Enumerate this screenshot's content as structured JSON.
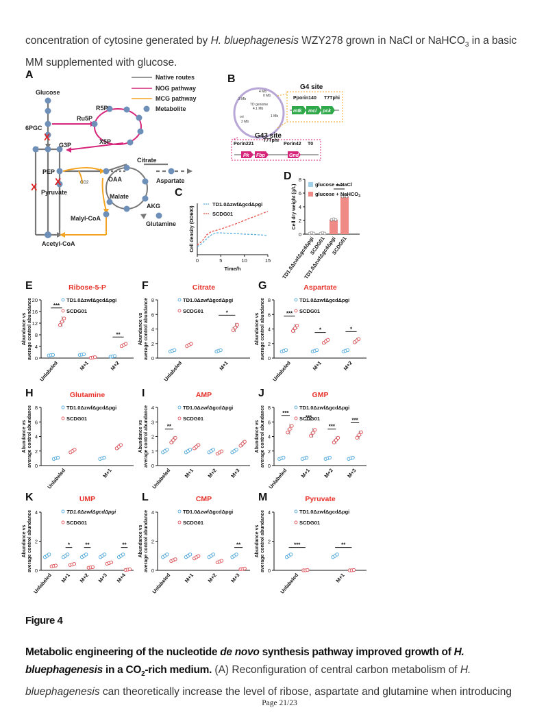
{
  "top_paragraph": {
    "part1": "concentration of cytosine generated by ",
    "species": "H. bluephagenesis",
    "part2": " WZY278 grown in NaCl or NaHCO",
    "sub": "3",
    "part3": " in a basic MM supplemented with glucose."
  },
  "figure_label": "Figure 4",
  "caption": {
    "b1": "Metabolic engineering of the nucleotide ",
    "b2": "de novo",
    "b3": " synthesis pathway improved growth of ",
    "b4": "H. bluephagenesis",
    "b5": " in a CO",
    "b5sub": "2",
    "b6": "-rich medium.",
    "t1": " (A) Reconfiguration of central carbon metabolism of ",
    "t2": "H. bluephagenesis",
    "t3": " can theoretically increase the level of ribose, aspartate and glutamine when introducing"
  },
  "footer": "Page 21/23",
  "panel_a": {
    "letter": "A",
    "legend": [
      "Native routes",
      "NOG pathway",
      "MCG pathway",
      "Metabolite"
    ],
    "metabolites": [
      "Glucose",
      "6PGC",
      "Ru5P",
      "R5P",
      "X5P",
      "G3P",
      "PEP",
      "CO2",
      "Pyruvate",
      "OAA",
      "Citrate",
      "Aspartate",
      "Malate",
      "AKG",
      "Malyl-CoA",
      "Glutamine",
      "Acetyl-CoA"
    ],
    "colors": {
      "native": "#777777",
      "nog": "#d6247a",
      "mcg": "#f4a421",
      "metabolite": "#6e8fb7",
      "knockout": "#e02020"
    }
  },
  "panel_b": {
    "letter": "B",
    "genome_labels": [
      "4 Mb",
      "0 Mb",
      "3 Mb",
      "TD genome",
      "4.1 Mb",
      "1 Mb",
      "ori",
      "2 Mb"
    ],
    "g4_title": "G4 site",
    "g4_elements": [
      "Pporin140",
      "T7Tphi",
      "mtk",
      "mcl",
      "pck"
    ],
    "g43_title": "G43 site",
    "g43_elements": [
      "Porin221",
      "T7Tphi",
      "Porin42",
      "T0",
      "Pk",
      "Fbp",
      "Gnd"
    ]
  },
  "panel_c": {
    "letter": "C",
    "chart_data": {
      "type": "line",
      "xlabel": "Time/h",
      "ylabel": "Cell density (OD600)",
      "xlim": [
        0,
        15
      ],
      "xticks": [
        0,
        5,
        10,
        15
      ],
      "series": [
        {
          "name": "TD1.0ΔzwfΔgcdΔpgi",
          "color": "#5aaedf",
          "style": "dashed",
          "x": [
            0,
            1,
            2,
            3,
            4,
            5,
            6,
            8,
            10,
            12,
            15
          ],
          "y": [
            0.25,
            0.35,
            0.5,
            0.62,
            0.68,
            0.68,
            0.67,
            0.66,
            0.64,
            0.63,
            0.6
          ]
        },
        {
          "name": "SCDG01",
          "color": "#e8504a",
          "style": "dashed",
          "x": [
            0,
            1,
            2,
            3,
            4,
            5,
            6,
            8,
            10,
            12,
            15
          ],
          "y": [
            0.3,
            0.42,
            0.62,
            0.72,
            0.76,
            0.8,
            0.85,
            0.95,
            1.07,
            1.18,
            1.35
          ]
        }
      ],
      "ylim": [
        0,
        1.6
      ]
    }
  },
  "panel_d": {
    "letter": "D",
    "chart_data": {
      "type": "bar",
      "ylabel": "Cell dry weight (g/L)",
      "ylim": [
        0,
        8
      ],
      "yticks": [
        0,
        2,
        4,
        6,
        8
      ],
      "categories": [
        "TD1.0ΔzwfΔgcdΔpgi",
        "SCDG01",
        "TD1.0ΔzwfΔgcdΔpgi",
        "SCDG01"
      ],
      "series": [
        {
          "name": "glucose + NaCl",
          "color": "#9fd0ea",
          "values": [
            0.1,
            0.1,
            null,
            null
          ]
        },
        {
          "name": "glucose + NaHCO3",
          "color": "#f08a86",
          "values": [
            null,
            null,
            2.1,
            5.5
          ]
        }
      ],
      "significance": "***"
    }
  },
  "strip_panels": [
    {
      "letter": "E",
      "title": "Ribose-5-P",
      "ymax": 20,
      "yticks": [
        0,
        4,
        8,
        12,
        16,
        20
      ],
      "groups": [
        "Unlabeled",
        "M+1",
        "M+2"
      ],
      "blue": [
        1.0,
        1.2,
        0.6
      ],
      "red": [
        12.5,
        0.2,
        4.5
      ],
      "sig": [
        "***",
        "",
        "**"
      ],
      "legend_italic": false
    },
    {
      "letter": "F",
      "title": "Citrate",
      "ymax": 8,
      "yticks": [
        0,
        2,
        4,
        6,
        8
      ],
      "groups": [
        "Unlabeled",
        "M+1"
      ],
      "blue": [
        1.0,
        1.0
      ],
      "red": [
        1.8,
        4.2
      ],
      "sig": [
        "",
        "*"
      ],
      "legend_italic": false
    },
    {
      "letter": "G",
      "title": "Aspartate",
      "ymax": 8,
      "yticks": [
        0,
        2,
        4,
        6,
        8
      ],
      "groups": [
        "Unlabeled",
        "M+1",
        "M+2"
      ],
      "blue": [
        1.0,
        1.0,
        1.0
      ],
      "red": [
        4.1,
        2.3,
        2.4
      ],
      "sig": [
        "***",
        "*",
        "*"
      ],
      "legend_italic": false
    },
    {
      "letter": "H",
      "title": "Glutamine",
      "ymax": 8,
      "yticks": [
        0,
        2,
        4,
        6,
        8
      ],
      "groups": [
        "Unlabeled",
        "M+1"
      ],
      "blue": [
        1.0,
        1.0
      ],
      "red": [
        2.0,
        2.6
      ],
      "sig": [
        "",
        ""
      ],
      "legend_italic": false
    },
    {
      "letter": "I",
      "title": "AMP",
      "ymax": 4,
      "yticks": [
        0,
        1,
        2,
        3,
        4
      ],
      "groups": [
        "Unlabeled",
        "M+1",
        "M+2",
        "M+3"
      ],
      "blue": [
        1.0,
        1.0,
        1.0,
        1.0
      ],
      "red": [
        1.75,
        1.3,
        0.9,
        1.5
      ],
      "sig": [
        "**",
        "",
        "",
        ""
      ],
      "legend_italic": false
    },
    {
      "letter": "J",
      "title": "GMP",
      "ymax": 8,
      "yticks": [
        0,
        2,
        4,
        6,
        8
      ],
      "groups": [
        "Unlabeled",
        "M+1",
        "M+2",
        "M+3"
      ],
      "blue": [
        1.0,
        1.0,
        1.0,
        1.0
      ],
      "red": [
        5.0,
        4.5,
        3.5,
        4.2
      ],
      "sig": [
        "***",
        "***",
        "***",
        "***"
      ],
      "legend_italic": false
    },
    {
      "letter": "K",
      "title": "UMP",
      "ymax": 4,
      "yticks": [
        0,
        2,
        4
      ],
      "groups": [
        "Unlabeled",
        "M+1",
        "M+2",
        "M+3",
        "M+4"
      ],
      "blue": [
        1.0,
        1.0,
        1.0,
        1.0,
        1.0
      ],
      "red": [
        0.3,
        0.4,
        0.2,
        0.5,
        0.05
      ],
      "sig": [
        "",
        "*",
        "**",
        "",
        "**"
      ],
      "legend_italic": true
    },
    {
      "letter": "L",
      "title": "CMP",
      "ymax": 4,
      "yticks": [
        0,
        2,
        4
      ],
      "groups": [
        "Unlabeled",
        "M+1",
        "M+2",
        "M+3"
      ],
      "blue": [
        1.0,
        1.0,
        1.0,
        1.0
      ],
      "red": [
        0.7,
        0.9,
        0.6,
        0.1
      ],
      "sig": [
        "",
        "",
        "",
        "**"
      ],
      "legend_italic": false
    },
    {
      "letter": "M",
      "title": "Pyruvate",
      "ymax": 4,
      "yticks": [
        0,
        2,
        4
      ],
      "groups": [
        "Unlabeled",
        "M+1"
      ],
      "blue": [
        1.0,
        1.0
      ],
      "red": [
        0.0,
        0.0
      ],
      "sig": [
        "***",
        "**"
      ],
      "legend_italic": false
    }
  ],
  "strip_common": {
    "ylabel1": "Abundance vs",
    "ylabel2": "average control abundance",
    "legend_blue": "TD1.0ΔzwfΔgcdΔpgi",
    "legend_red": "SCDG01",
    "blue_color": "#5aaedf",
    "red_color": "#e05a60"
  }
}
